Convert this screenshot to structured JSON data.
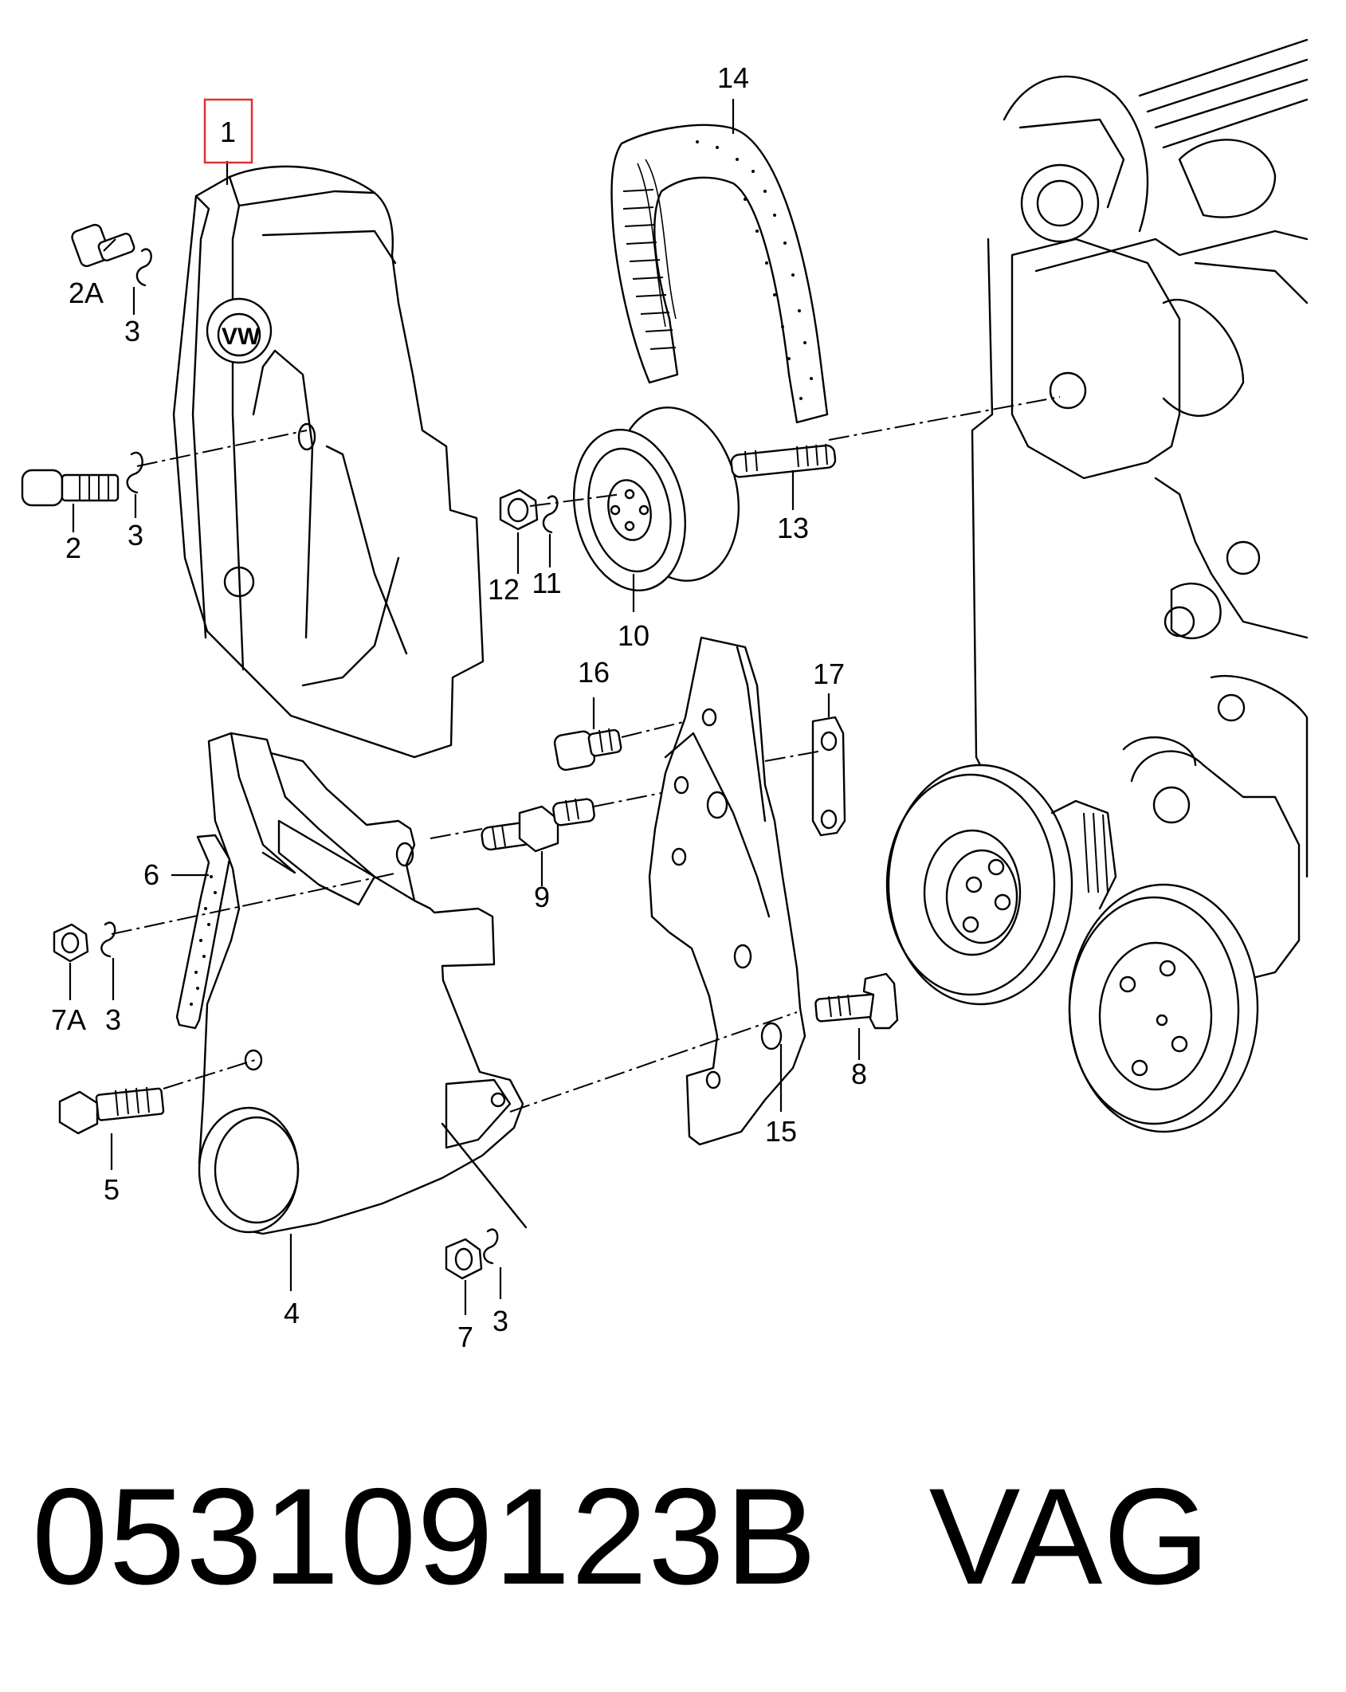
{
  "diagram": {
    "highlighted_callout": "1",
    "highlight_color": "#e03030",
    "callouts": [
      "1",
      "14",
      "2A",
      "3",
      "2",
      "3",
      "12",
      "11",
      "13",
      "10",
      "16",
      "17",
      "6",
      "9",
      "7A",
      "3",
      "5",
      "8",
      "15",
      "4",
      "7",
      "3"
    ]
  },
  "footer": {
    "part_number": "053109123B",
    "brand": "VAG"
  }
}
